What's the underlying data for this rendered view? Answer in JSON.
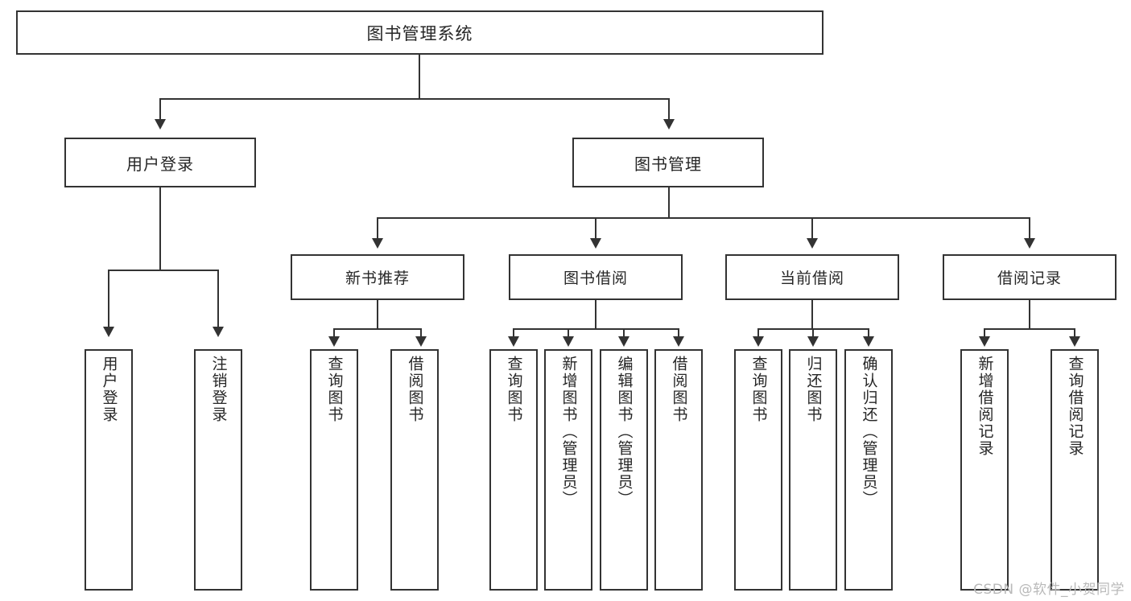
{
  "diagram": {
    "title": "图书管理系统",
    "root": {
      "label": "图书管理系统"
    },
    "level2": [
      {
        "label": "用户登录"
      },
      {
        "label": "图书管理"
      }
    ],
    "level3": [
      {
        "label": "新书推荐"
      },
      {
        "label": "图书借阅"
      },
      {
        "label": "当前借阅"
      },
      {
        "label": "借阅记录"
      }
    ],
    "leaves": {
      "user_login": [
        {
          "label": "用户登录"
        },
        {
          "label": "注销登录"
        }
      ],
      "new_book_recommend": [
        {
          "label": "查询图书"
        },
        {
          "label": "借阅图书"
        }
      ],
      "book_borrow": [
        {
          "label": "查询图书"
        },
        {
          "label": "新增图书（管理员）"
        },
        {
          "label": "编辑图书（管理员）"
        },
        {
          "label": "借阅图书"
        }
      ],
      "current_borrow": [
        {
          "label": "查询图书"
        },
        {
          "label": "归还图书"
        },
        {
          "label": "确认归还（管理员）"
        }
      ],
      "borrow_record": [
        {
          "label": "新增借阅记录"
        },
        {
          "label": "查询借阅记录"
        }
      ]
    }
  },
  "watermark": {
    "text": "CSDN @软件_小贺同学"
  },
  "colors": {
    "stroke": "#333333",
    "text": "#262626",
    "background": "#ffffff",
    "watermark": "#b9b9b9"
  }
}
